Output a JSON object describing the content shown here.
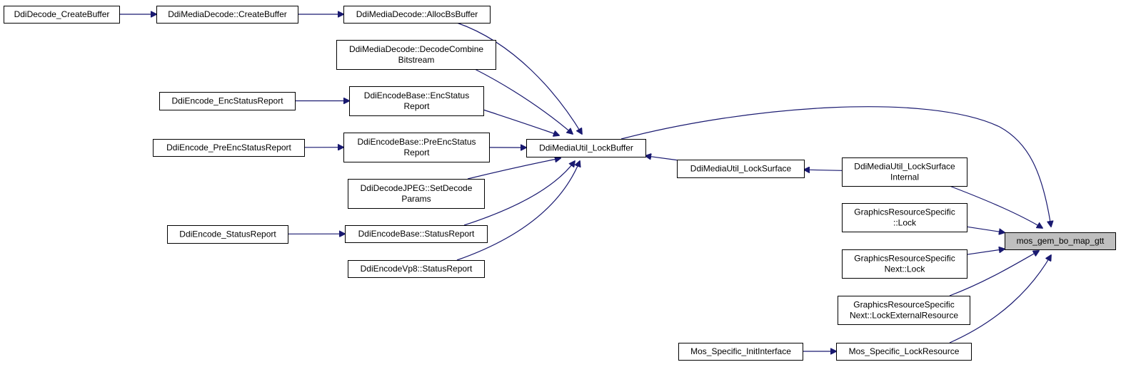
{
  "graph": {
    "root": "mos_gem_bo_map_gtt",
    "nodes": [
      {
        "id": "mos_gem_bo_map_gtt",
        "lines": [
          "mos_gem_bo_map_gtt"
        ],
        "root": true
      },
      {
        "id": "DdiMediaUtil_LockBuffer",
        "lines": [
          "DdiMediaUtil_LockBuffer"
        ]
      },
      {
        "id": "DdiMediaUtil_LockSurface",
        "lines": [
          "DdiMediaUtil_LockSurface"
        ]
      },
      {
        "id": "DdiMediaUtil_LockSurfaceInternal",
        "lines": [
          "DdiMediaUtil_LockSurface",
          "Internal"
        ]
      },
      {
        "id": "GraphicsResourceSpecific_Lock",
        "lines": [
          "GraphicsResourceSpecific",
          "::Lock"
        ]
      },
      {
        "id": "GraphicsResourceSpecificNext_Lock",
        "lines": [
          "GraphicsResourceSpecific",
          "Next::Lock"
        ]
      },
      {
        "id": "GraphicsResourceSpecificNext_LockExternalResource",
        "lines": [
          "GraphicsResourceSpecific",
          "Next::LockExternalResource"
        ]
      },
      {
        "id": "Mos_Specific_LockResource",
        "lines": [
          "Mos_Specific_LockResource"
        ]
      },
      {
        "id": "Mos_Specific_InitInterface",
        "lines": [
          "Mos_Specific_InitInterface"
        ]
      },
      {
        "id": "DdiMediaDecode_AllocBsBuffer",
        "lines": [
          "DdiMediaDecode::AllocBsBuffer"
        ]
      },
      {
        "id": "DdiMediaDecode_CreateBuffer",
        "lines": [
          "DdiMediaDecode::CreateBuffer"
        ]
      },
      {
        "id": "DdiDecode_CreateBuffer",
        "lines": [
          "DdiDecode_CreateBuffer"
        ]
      },
      {
        "id": "DdiMediaDecode_DecodeCombineBitstream",
        "lines": [
          "DdiMediaDecode::DecodeCombine",
          "Bitstream"
        ]
      },
      {
        "id": "DdiEncodeBase_EncStatusReport",
        "lines": [
          "DdiEncodeBase::EncStatus",
          "Report"
        ]
      },
      {
        "id": "DdiEncode_EncStatusReport",
        "lines": [
          "DdiEncode_EncStatusReport"
        ]
      },
      {
        "id": "DdiEncodeBase_PreEncStatusReport",
        "lines": [
          "DdiEncodeBase::PreEncStatus",
          "Report"
        ]
      },
      {
        "id": "DdiEncode_PreEncStatusReport",
        "lines": [
          "DdiEncode_PreEncStatusReport"
        ]
      },
      {
        "id": "DdiDecodeJPEG_SetDecodeParams",
        "lines": [
          "DdiDecodeJPEG::SetDecode",
          "Params"
        ]
      },
      {
        "id": "DdiEncodeBase_StatusReport",
        "lines": [
          "DdiEncodeBase::StatusReport"
        ]
      },
      {
        "id": "DdiEncode_StatusReport",
        "lines": [
          "DdiEncode_StatusReport"
        ]
      },
      {
        "id": "DdiEncodeVp8_StatusReport",
        "lines": [
          "DdiEncodeVp8::StatusReport"
        ]
      }
    ],
    "edges": [
      {
        "from": "DdiMediaUtil_LockBuffer",
        "to": "mos_gem_bo_map_gtt"
      },
      {
        "from": "DdiMediaUtil_LockSurfaceInternal",
        "to": "mos_gem_bo_map_gtt"
      },
      {
        "from": "GraphicsResourceSpecific_Lock",
        "to": "mos_gem_bo_map_gtt"
      },
      {
        "from": "GraphicsResourceSpecificNext_Lock",
        "to": "mos_gem_bo_map_gtt"
      },
      {
        "from": "GraphicsResourceSpecificNext_LockExternalResource",
        "to": "mos_gem_bo_map_gtt"
      },
      {
        "from": "Mos_Specific_LockResource",
        "to": "mos_gem_bo_map_gtt"
      },
      {
        "from": "DdiMediaUtil_LockSurface",
        "to": "DdiMediaUtil_LockBuffer"
      },
      {
        "from": "DdiMediaUtil_LockSurfaceInternal",
        "to": "DdiMediaUtil_LockSurface"
      },
      {
        "from": "Mos_Specific_InitInterface",
        "to": "Mos_Specific_LockResource"
      },
      {
        "from": "DdiMediaDecode_AllocBsBuffer",
        "to": "DdiMediaUtil_LockBuffer"
      },
      {
        "from": "DdiMediaDecode_CreateBuffer",
        "to": "DdiMediaDecode_AllocBsBuffer"
      },
      {
        "from": "DdiDecode_CreateBuffer",
        "to": "DdiMediaDecode_CreateBuffer"
      },
      {
        "from": "DdiMediaDecode_DecodeCombineBitstream",
        "to": "DdiMediaUtil_LockBuffer"
      },
      {
        "from": "DdiEncodeBase_EncStatusReport",
        "to": "DdiMediaUtil_LockBuffer"
      },
      {
        "from": "DdiEncode_EncStatusReport",
        "to": "DdiEncodeBase_EncStatusReport"
      },
      {
        "from": "DdiEncodeBase_PreEncStatusReport",
        "to": "DdiMediaUtil_LockBuffer"
      },
      {
        "from": "DdiEncode_PreEncStatusReport",
        "to": "DdiEncodeBase_PreEncStatusReport"
      },
      {
        "from": "DdiDecodeJPEG_SetDecodeParams",
        "to": "DdiMediaUtil_LockBuffer"
      },
      {
        "from": "DdiEncodeBase_StatusReport",
        "to": "DdiMediaUtil_LockBuffer"
      },
      {
        "from": "DdiEncode_StatusReport",
        "to": "DdiEncodeBase_StatusReport"
      },
      {
        "from": "DdiEncodeVp8_StatusReport",
        "to": "DdiMediaUtil_LockBuffer"
      }
    ],
    "colors": {
      "edge": "#191970",
      "node_border": "#000000",
      "node_fill": "#ffffff",
      "root_fill": "#bfbfbf"
    }
  }
}
